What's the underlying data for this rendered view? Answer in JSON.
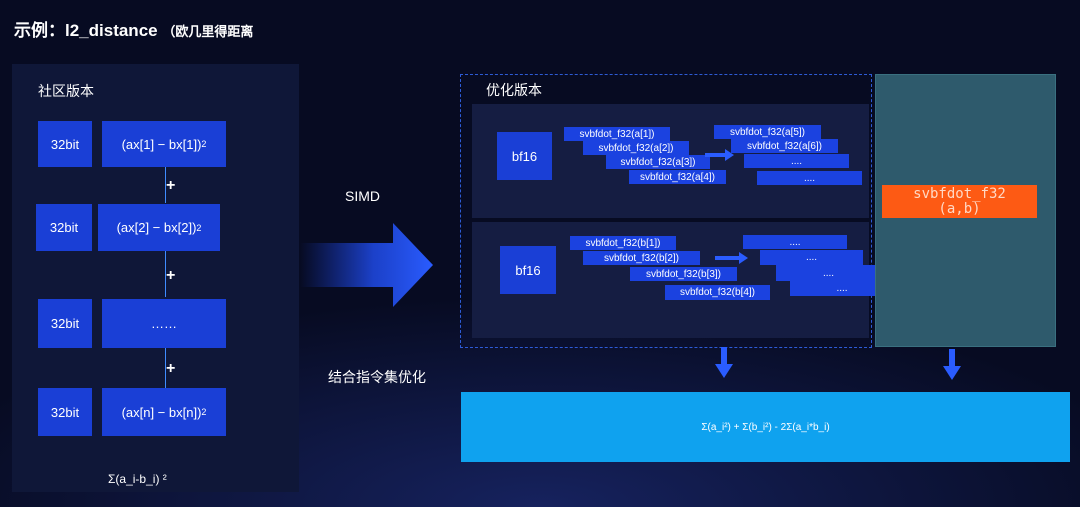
{
  "title": {
    "main": "示例：l2_distance",
    "sub": "（欧几里得距离"
  },
  "community": {
    "label": "社区版本",
    "rows": [
      {
        "type": "32bit",
        "expr": "(ax[1] − bx[1])",
        "exp": "2"
      },
      {
        "type": "32bit",
        "expr": "(ax[2] − bx[2])",
        "exp": "2"
      },
      {
        "type": "32bit",
        "expr": "……",
        "exp": ""
      },
      {
        "type": "32bit",
        "expr": "(ax[n] − bx[n])",
        "exp": "2"
      }
    ],
    "plus": "+",
    "formula": "Σ(a_i-b_i) ²"
  },
  "middle": {
    "simd": "SIMD",
    "combine": "结合指令集优化"
  },
  "optimized": {
    "label": "优化版本",
    "type": "bf16",
    "groupA": [
      "svbfdot_f32(a[1])",
      "svbfdot_f32(a[2])",
      "svbfdot_f32(a[3])",
      "svbfdot_f32(a[4])"
    ],
    "groupA_right": [
      "svbfdot_f32(a[5])",
      "svbfdot_f32(a[6])",
      "....",
      "...."
    ],
    "groupB": [
      "svbfdot_f32(b[1])",
      "svbfdot_f32(b[2])",
      "svbfdot_f32(b[3])",
      "svbfdot_f32(b[4])"
    ],
    "groupB_right": [
      "....",
      "....",
      "....",
      "...."
    ]
  },
  "orange_box": {
    "line1": "svbfdot_f32",
    "line2": "(a,b)"
  },
  "result": "Σ(a_i²) + Σ(b_i²) - 2Σ(a_i*b_i)",
  "colors": {
    "block": "#1a3fd6",
    "orange": "#fd5a14",
    "result": "#0fa2ef",
    "teal": "#2e5a6c"
  }
}
